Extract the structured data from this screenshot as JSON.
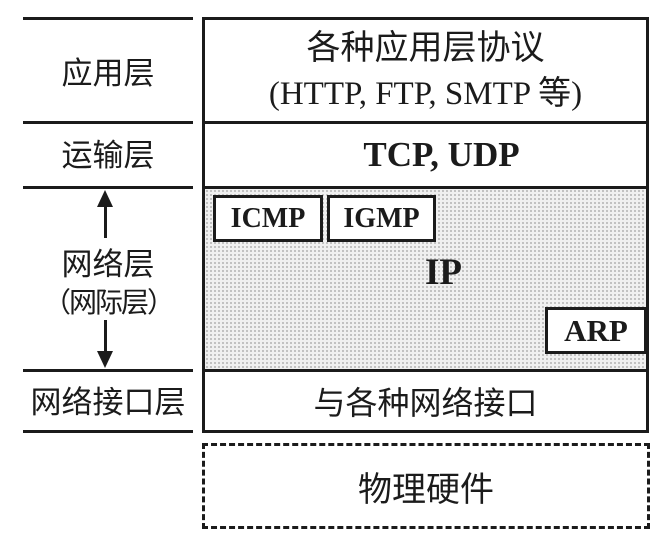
{
  "diagram": {
    "title_semantic": "TCP/IP protocol stack layers",
    "left_labels": {
      "application": "应用层",
      "transport": "运输层",
      "network_line1": "网络层",
      "network_line2": "（网际层）",
      "interface": "网络接口层"
    },
    "stack": {
      "application_row": {
        "line1": "各种应用层协议",
        "line2": "(HTTP, FTP, SMTP 等)"
      },
      "transport_row": {
        "label": "TCP, UDP"
      },
      "network_row": {
        "icmp": "ICMP",
        "igmp": "IGMP",
        "ip": "IP",
        "arp": "ARP"
      },
      "interface_row": {
        "label": "与各种网络接口"
      },
      "hardware_box": {
        "label": "物理硬件"
      }
    },
    "colors": {
      "ink": "#1b1b1b",
      "network_row_bg": "#f0f0f0",
      "network_row_dots": "#b9b9b9",
      "background": "#ffffff"
    }
  }
}
